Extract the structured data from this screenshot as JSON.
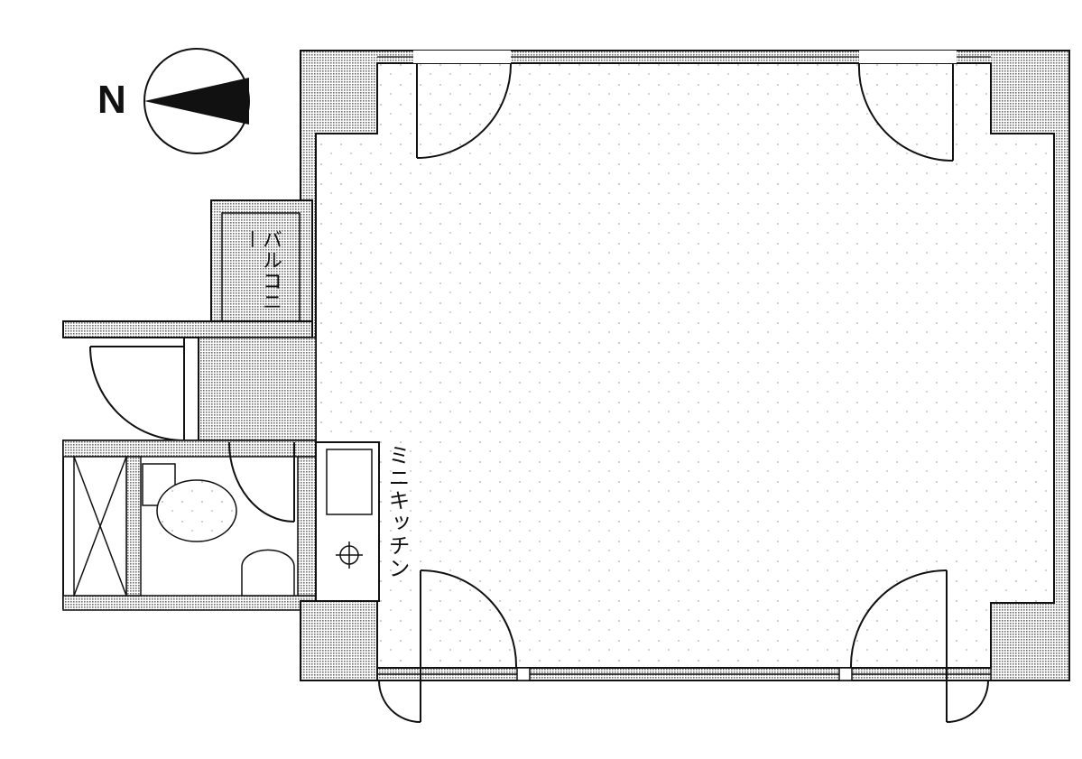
{
  "compass": {
    "label": "N"
  },
  "labels": {
    "balcony": "バルコニー",
    "kitchen": "ミニキッチン"
  },
  "colors": {
    "line": "#111111",
    "hatch": "#777777",
    "wall": "#ffffff"
  }
}
